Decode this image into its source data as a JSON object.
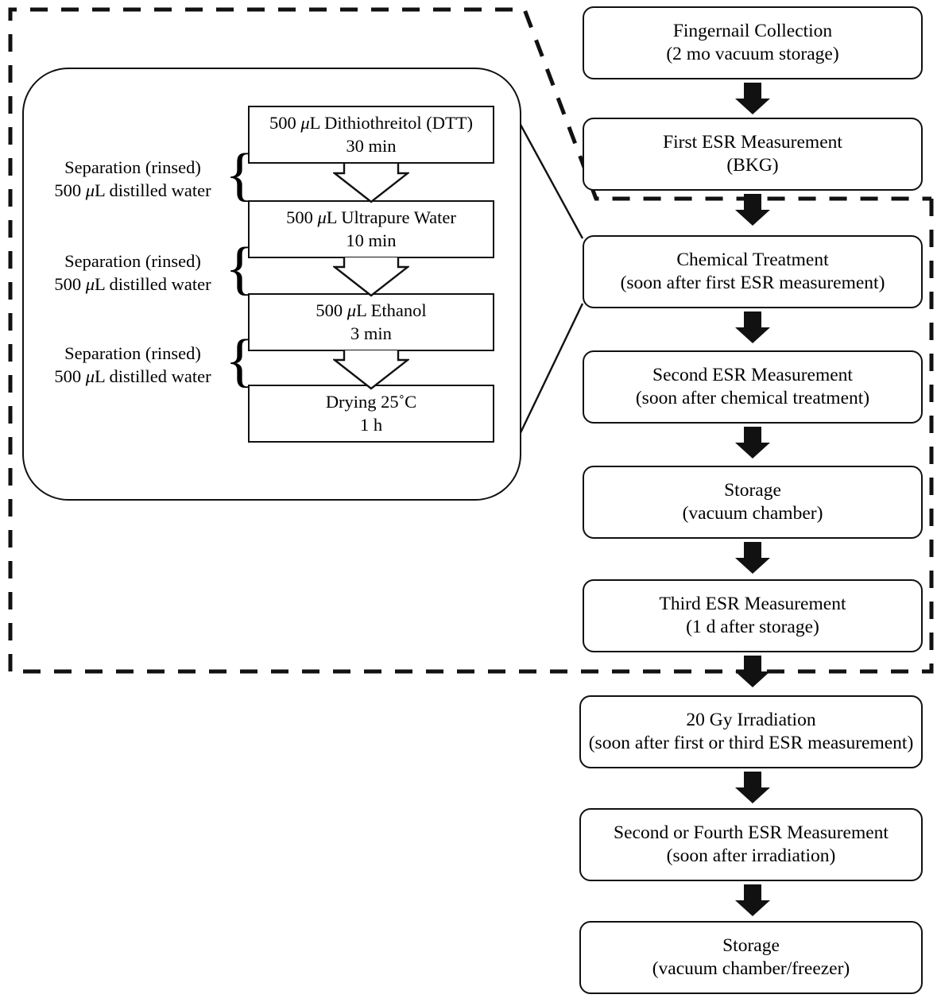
{
  "diagram": {
    "title": "ESR fingernail dosimetry experimental protocol flowchart",
    "colors": {
      "stroke": "#111111",
      "background": "#ffffff",
      "arrow_fill": "#111111"
    }
  },
  "main_flow": {
    "boxes": [
      {
        "id": "fingernail-collection",
        "line1": "Fingernail Collection",
        "line2": "(2 mo vacuum storage)"
      },
      {
        "id": "first-esr",
        "line1": "First ESR Measurement",
        "line2": "(BKG)"
      },
      {
        "id": "chemical-treatment",
        "line1": "Chemical Treatment",
        "line2": "(soon after first ESR measurement)"
      },
      {
        "id": "second-esr",
        "line1": "Second ESR Measurement",
        "line2": "(soon after chemical treatment)"
      },
      {
        "id": "storage-vacuum",
        "line1": "Storage",
        "line2": "(vacuum chamber)"
      },
      {
        "id": "third-esr",
        "line1": "Third ESR Measurement",
        "line2": "(1 d after storage)"
      },
      {
        "id": "irradiation",
        "line1": "20 Gy Irradiation",
        "line2": "(soon after first or third ESR measurement)"
      },
      {
        "id": "second-or-fourth-esr",
        "line1": "Second or Fourth ESR Measurement",
        "line2": "(soon after irradiation)"
      },
      {
        "id": "storage-vacuum-freezer",
        "line1": "Storage",
        "line2": "(vacuum chamber/freezer)"
      }
    ]
  },
  "chemical_treatment_detail": {
    "steps": [
      {
        "id": "dtt",
        "line1_pre": "500 ",
        "line1_unit": "μ",
        "line1_post": "L Dithiothreitol (DTT)",
        "line2": "30 min"
      },
      {
        "id": "water",
        "line1_pre": "500 ",
        "line1_unit": "μ",
        "line1_post": "L Ultrapure Water",
        "line2": "10 min"
      },
      {
        "id": "ethanol",
        "line1_pre": "500 ",
        "line1_unit": "μ",
        "line1_post": "L Ethanol",
        "line2": "3 min"
      },
      {
        "id": "drying",
        "line1_pre": "",
        "line1_unit": "",
        "line1_post": "Drying 25˚C",
        "line2": "1 h"
      }
    ],
    "separations": [
      {
        "id": "sep-1",
        "line1": "Separation (rinsed)",
        "line2_pre": "500 ",
        "line2_unit": "μ",
        "line2_post": "L distilled water",
        "brace": "{"
      },
      {
        "id": "sep-2",
        "line1": "Separation (rinsed)",
        "line2_pre": "500 ",
        "line2_unit": "μ",
        "line2_post": "L distilled water",
        "brace": "{"
      },
      {
        "id": "sep-3",
        "line1": "Separation (rinsed)",
        "line2_pre": "500 ",
        "line2_unit": "μ",
        "line2_post": "L distilled water",
        "brace": "{"
      }
    ]
  }
}
